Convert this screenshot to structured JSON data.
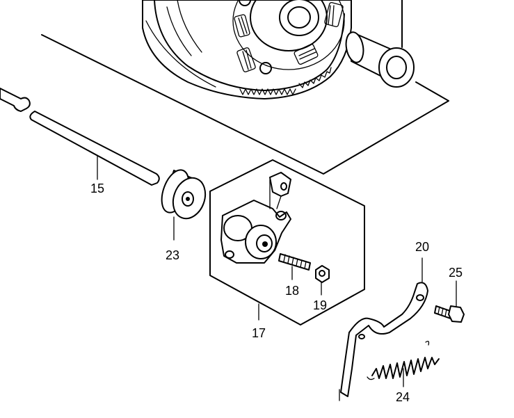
{
  "callouts": {
    "c15": "15",
    "c23": "23",
    "c18": "18",
    "c19": "19",
    "c17": "17",
    "c20": "20",
    "c25": "25",
    "c24": "24"
  }
}
